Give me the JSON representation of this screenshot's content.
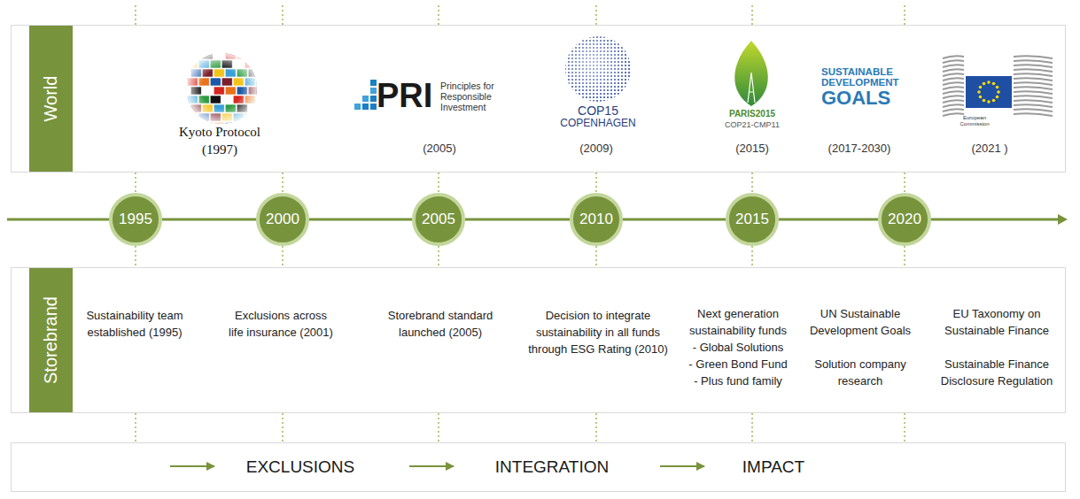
{
  "diagram": {
    "nodes": [
      {
        "text": [
          "World"
        ]
      },
      {
        "text": [
          "1995"
        ]
      },
      {
        "text": [
          "2000"
        ]
      },
      {
        "text": [
          "2005"
        ]
      },
      {
        "text": [
          "2010"
        ]
      },
      {
        "text": [
          "2015"
        ]
      },
      {
        "text": [
          "2020"
        ]
      },
      {
        "text": [
          "Storebrand"
        ]
      },
      {
        "text": [
          "EXCLUSIONS",
          "INTEGRATION",
          "IMPACT"
        ]
      }
    ],
    "edges": [
      {
        "from": 1,
        "to": 2,
        "arrow": "none"
      },
      {
        "from": 2,
        "to": 3,
        "arrow": "none"
      },
      {
        "from": 3,
        "to": 4,
        "arrow": "none"
      },
      {
        "from": 4,
        "to": 5,
        "arrow": "none"
      },
      {
        "from": 5,
        "to": 6,
        "arrow": "none"
      }
    ],
    "labels": [
      "Kyoto Protocol",
      "(1997)",
      "PRI",
      "Principles for Responsible Investment",
      "(2005)",
      "COP15",
      "COPENHAGEN",
      "(2009)",
      "PARIS2015",
      "COP21-CMP11",
      "(2015)",
      "SUSTAINABLE DEVELOPMENT",
      "GOALS",
      "(2017-2030)",
      "European Commission",
      "(2021 )",
      "Sustainability team established (1995)",
      "Exclusions across life insurance (2001)",
      "Storebrand standard launched (2005)",
      "Decision to integrate sustainability in all funds through ESG Rating (2010)",
      "Next generation sustainability funds",
      "- Global Solutions",
      "- Green Bond Fund",
      "- Plus fund family",
      "UN Sustainable Development Goals",
      "Solution company research",
      "EU Taxonomy on Sustainable Finance",
      "Sustainable Finance Disclosure Regulation"
    ]
  }
}
